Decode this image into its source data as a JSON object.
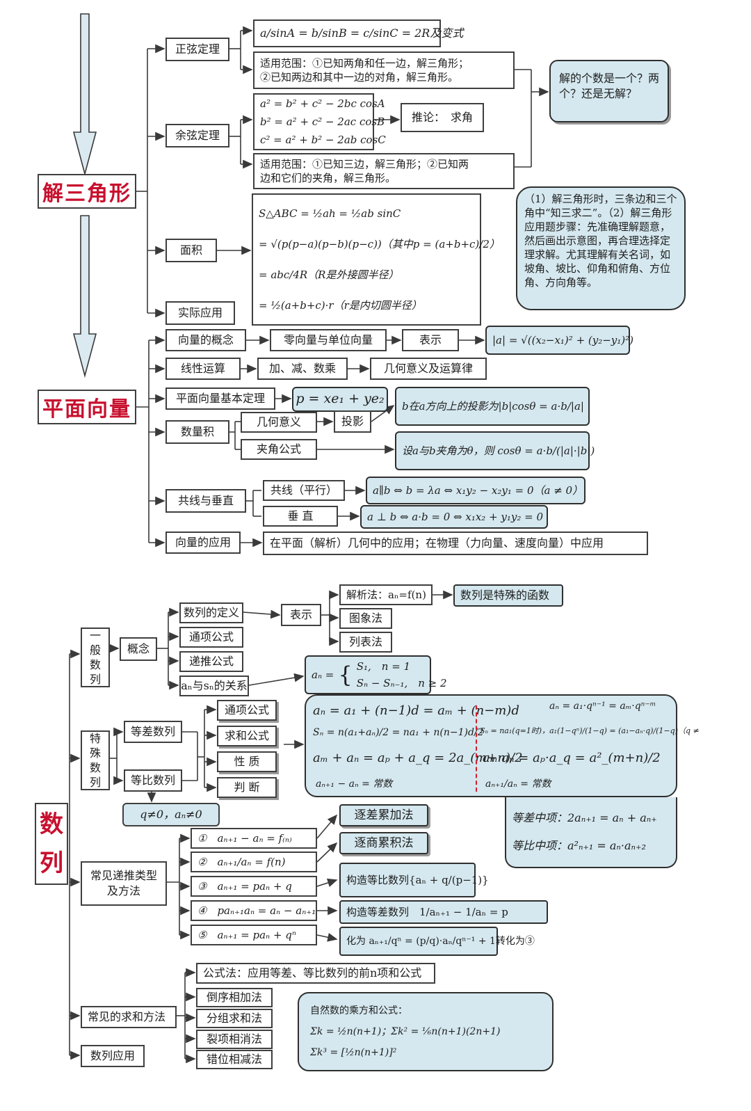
{
  "triangle": {
    "title": "解三角形",
    "sine_law": "正弦定理",
    "sine_formula": "a/sinA = b/sinB = c/sinC = 2R及变式",
    "sine_scope_1": "适用范围：①已知两角和任一边，解三角形；",
    "sine_scope_2": "②已知两边和其中一边的对角，解三角形。",
    "solution_count": "解的个数是一个？两个？还是无解？",
    "cosine_law": "余弦定理",
    "cos_a": "a² = b² + c² − 2bc cosA",
    "cos_b": "b² = a² + c² − 2ac cosB",
    "cos_c": "c² = a² + b² − 2ab cosC",
    "corollary": "推论：　求角",
    "cos_scope_1": "适用范围：①已知三边，解三角形；②已知两",
    "cos_scope_2": "边和它们的夹角，解三角形。",
    "area": "面积",
    "area_1": "S△ABC = ½ah = ½ab sinC",
    "area_2": "= √(p(p−a)(p−b)(p−c))（其中p = (a+b+c)/2）",
    "area_3": "= abc/4R（R是外接圆半径）",
    "area_4": "= ½(a+b+c)·r（r是内切圆半径）",
    "practical": "实际应用",
    "notes": "（1）解三角形时，三条边和三个角中“知三求二”。（2）解三角形应用题步骤：先准确理解题意，然后画出示意图，再合理选择定理求解。尤其理解有关名词，如坡角、坡比、仰角和俯角、方位角、方向角等。"
  },
  "vector": {
    "title": "平面向量",
    "concept": "向量的概念",
    "zero_unit": "零向量与单位向量",
    "represent": "表示",
    "magnitude": "|a| = √((x₂−x₁)² + (y₂−y₁)²)",
    "linear": "线性运算",
    "ops": "加、减、数乘",
    "geo_law": "几何意义及运算律",
    "basic_theorem": "平面向量基本定理",
    "basic_formula": "p = xe₁ + ye₂",
    "dot": "数量积",
    "geo_meaning": "几何意义",
    "projection": "投影",
    "projection_formula": "b在a方向上的投影为|b|cosθ = a·b/|a|",
    "angle_formula_label": "夹角公式",
    "angle_formula": "设a与b夹角为θ，则 cosθ = a·b/(|a|·|b|)",
    "col_perp": "共线与垂直",
    "collinear": "共线（平行）",
    "collinear_formula": "a∥b ⇔ b = λa ⇔ x₁y₂ − x₂y₁ = 0（a ≠ 0）",
    "perp": "垂 直",
    "perp_formula": "a ⊥ b ⇔ a·b = 0 ⇔ x₁x₂ + y₁y₂ = 0",
    "application": "向量的应用",
    "application_text": "在平面（解析）几何中的应用；在物理（力向量、速度向量）中应用"
  },
  "sequence": {
    "title_1": "数",
    "title_2": "列",
    "general": [
      "一",
      "般",
      "数",
      "列"
    ],
    "concept": "概念",
    "definition": "数列的定义",
    "general_term": "通项公式",
    "recursive": "递推公式",
    "an_sn": "aₙ与sₙ的关系",
    "represent": "表示",
    "analytic": "解析法：aₙ=f(n)",
    "special_function": "数列是特殊的函数",
    "graph": "图象法",
    "table": "列表法",
    "an_sn_formula_top": "S₁,　n = 1",
    "an_sn_formula_bottom": "Sₙ − Sₙ₋₁,　n ≥ 2",
    "an_sn_lhs": "aₙ =",
    "special": [
      "特",
      "殊",
      "数",
      "列"
    ],
    "arithmetic": "等差数列",
    "geometric": "等比数列",
    "prop_term": "通项公式",
    "prop_sum": "求和公式",
    "prop_nature": "性 质",
    "prop_judge": "判 断",
    "arith_1": "aₙ = a₁ + (n−1)d = aₘ + (n−m)d",
    "arith_2": "Sₙ = n(a₁+aₙ)/2 = na₁ + n(n−1)d/2",
    "arith_3": "aₘ + aₙ = aₚ + a_q = 2a_(m+n)/2",
    "arith_4": "aₙ₊₁ − aₙ = 常数",
    "geo_1": "aₙ = a₁·qⁿ⁻¹ = aₘ·qⁿ⁻ᵐ",
    "geo_2": "Sₙ = na₁(q=1时)，a₁(1−qⁿ)/(1−q) = (a₁−aₙ·q)/(1−q)（q ≠",
    "geo_3": "aₘ·aₙ = aₚ·a_q = a²_(m+n)/2",
    "geo_4": "aₙ₊₁/aₙ = 常数",
    "arith_mean": "等差中项：2aₙ₊₁ = aₙ + aₙ₊",
    "geo_mean": "等比中项：a²ₙ₊₁ = aₙ·aₙ₊₂",
    "q_cond": "q≠0，aₙ≠0",
    "recursion_types_1": "常见递推类型",
    "recursion_types_2": "及方法",
    "r1": "①　aₙ₊₁ − aₙ = f₍ₙ₎",
    "r2": "②　aₙ₊₁/aₙ = f(n)",
    "r3": "③　aₙ₊₁ = paₙ + q",
    "r4": "④　paₙ₊₁aₙ = aₙ − aₙ₊₁",
    "r5": "⑤　aₙ₊₁ = paₙ + qⁿ",
    "m1": "逐差累加法",
    "m2": "逐商累积法",
    "m3": "构造等比数列{aₙ + q/(p−1)}",
    "m4": "构造等差数列　1/aₙ₊₁ − 1/aₙ = p",
    "m5": "化为 aₙ₊₁/qⁿ = (p/q)·aₙ/qⁿ⁻¹ + 1转化为③",
    "sum_methods": "常见的求和方法",
    "s_formula": "公式法：应用等差、等比数列的前n项和公式",
    "s_reverse": "倒序相加法",
    "s_group": "分组求和法",
    "s_split": "裂项相消法",
    "s_shift": "错位相减法",
    "natural_title": "自然数的乘方和公式：",
    "natural_1": "Σk = ½n(n+1)；Σk² = ⅙n(n+1)(2n+1)",
    "natural_2": "Σk³ = [½n(n+1)]²",
    "application": "数列应用"
  }
}
